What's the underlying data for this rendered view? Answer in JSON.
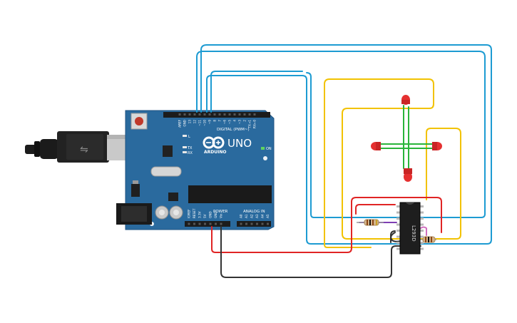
{
  "board": {
    "name": "UNO",
    "brand": "ARDUINO",
    "digital_header_label": "DIGITAL (PWM~)",
    "power_label": "POWER",
    "analog_label": "ANALOG IN",
    "on_label": "ON",
    "tx_label": "TX",
    "rx_label": "RX",
    "l_label": "L",
    "aref_label": "AREF",
    "gnd_label": "GND",
    "digital_pins": [
      "13",
      "12",
      "~11",
      "~10",
      "~9",
      "8",
      "7",
      "~6",
      "~5",
      "4",
      "~3",
      "2",
      "TX→1",
      "RX←0"
    ],
    "power_pins": [
      "IOREF",
      "RESET",
      "3.3V",
      "5V",
      "GND",
      "GND",
      "Vin"
    ],
    "analog_pins": [
      "A0",
      "A1",
      "A2",
      "A3",
      "A4",
      "A5"
    ],
    "color": "#2a6a9e"
  },
  "ic": {
    "label": "L293D",
    "color": "#1e1e1e"
  },
  "components": {
    "leds": [
      "red-led-top",
      "red-led-left",
      "red-led-right",
      "red-led-bottom"
    ],
    "resistors": [
      "resistor-left",
      "resistor-right"
    ]
  },
  "colors": {
    "wire_blue": "#1d9bd2",
    "wire_yellow": "#f2c200",
    "wire_red": "#e02424",
    "wire_green": "#29b43a",
    "wire_black": "#333333",
    "wire_purple": "#7e3fb3",
    "led_red": "#e53030"
  }
}
